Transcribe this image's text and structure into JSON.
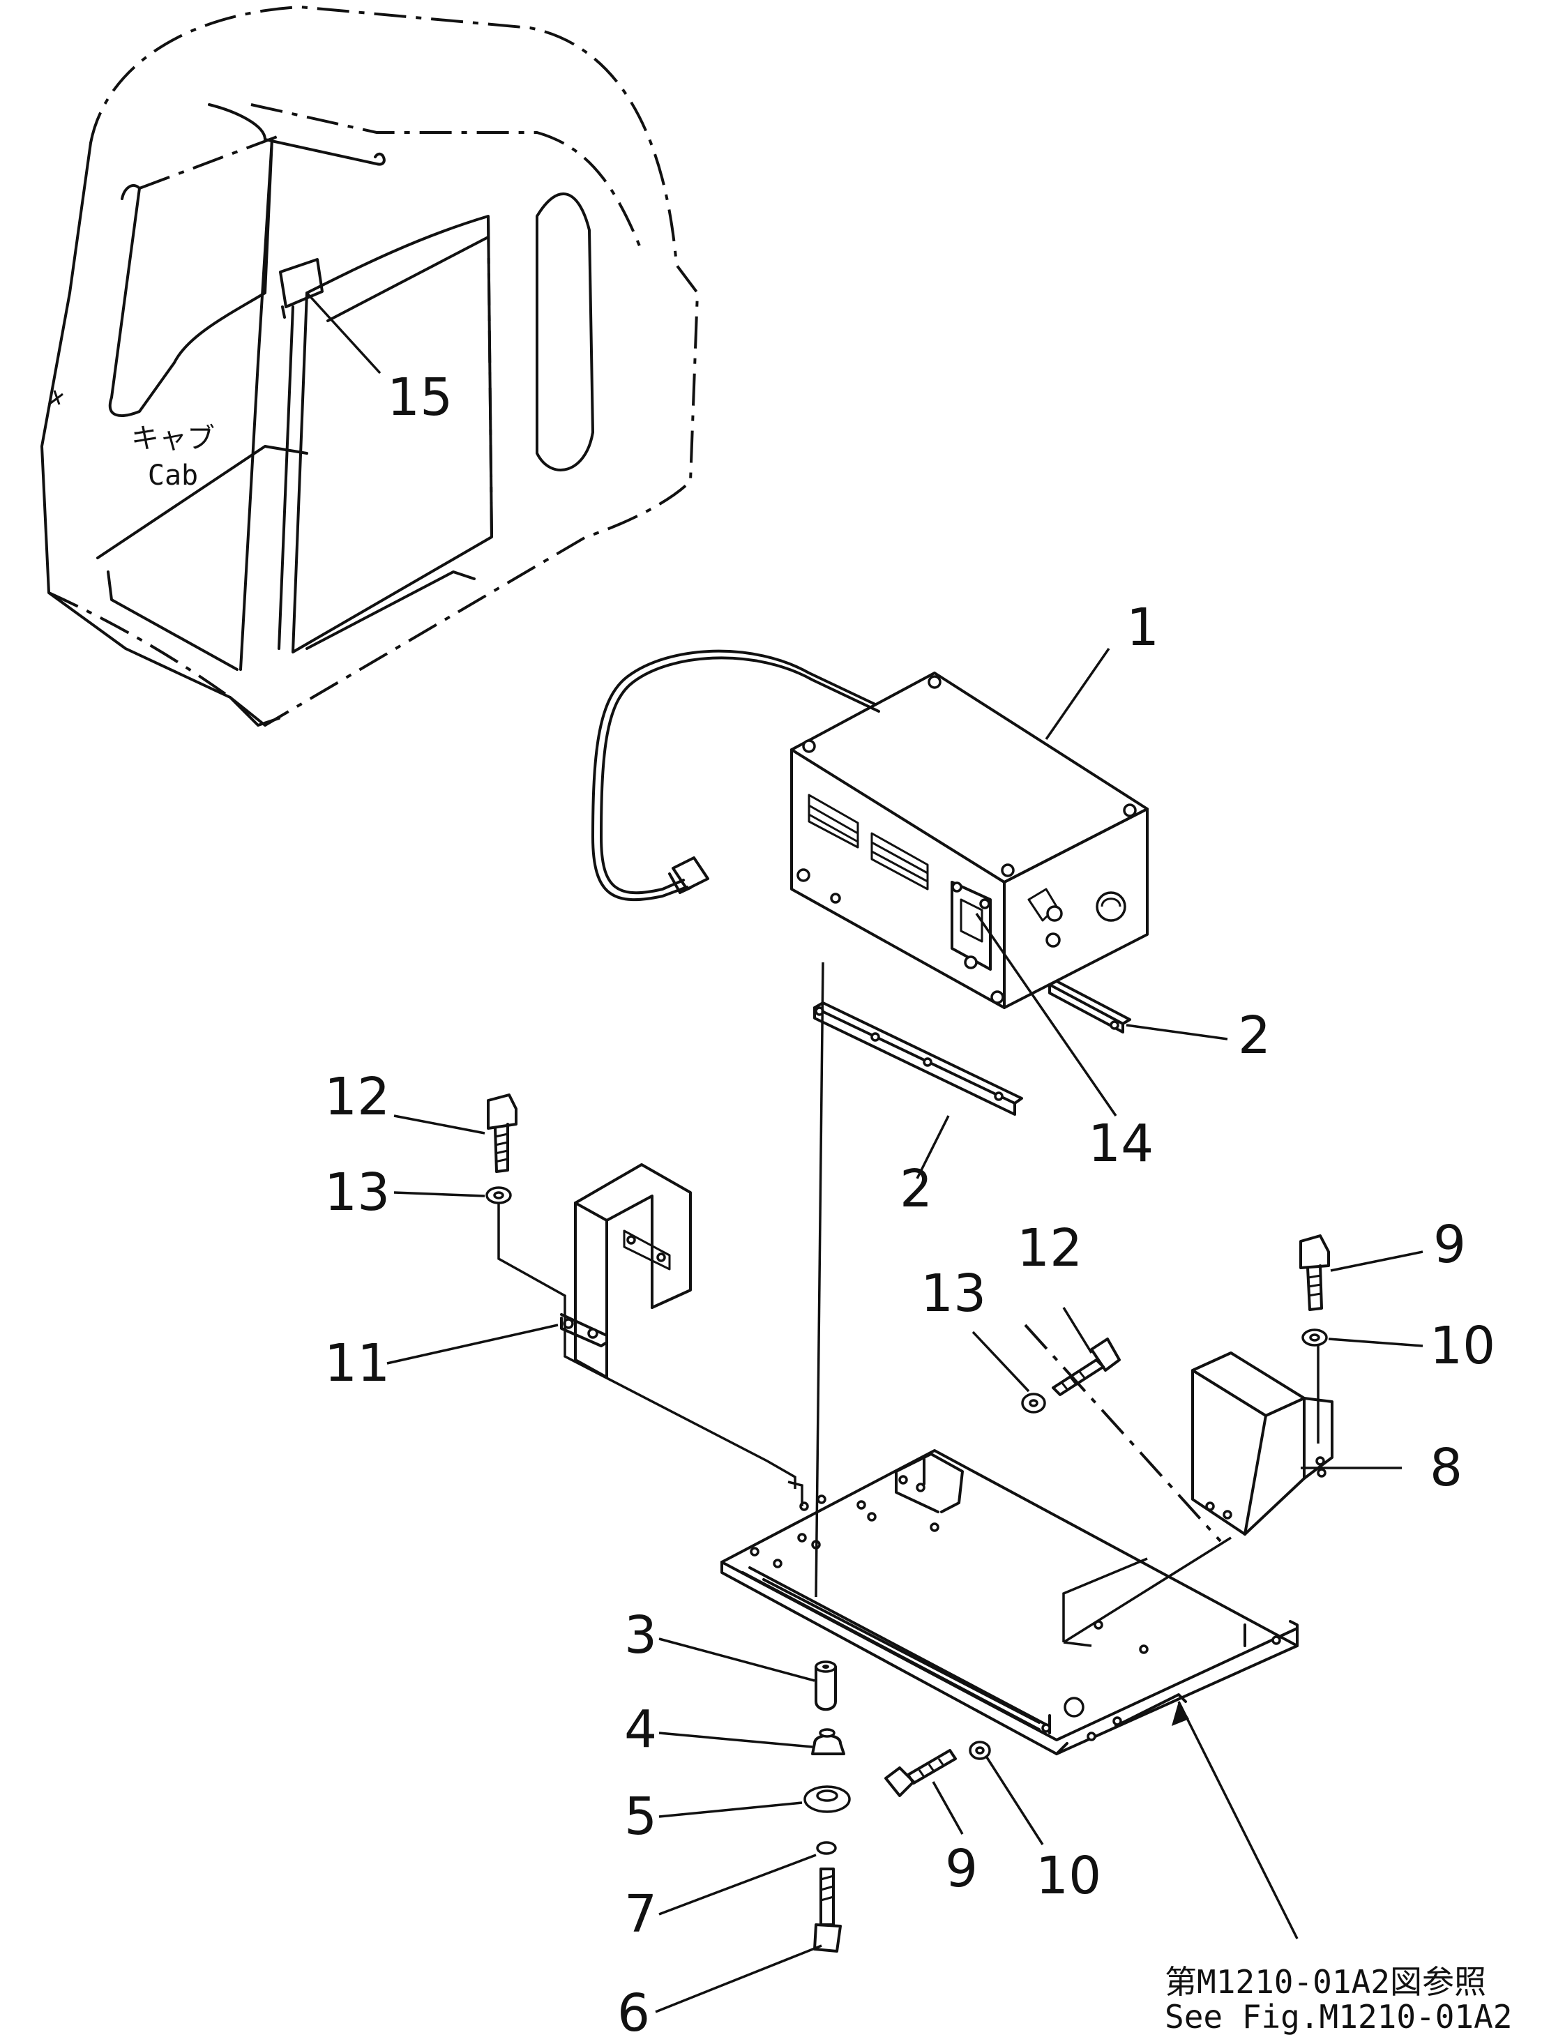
{
  "cab_label": {
    "jp": "キャブ",
    "en": "Cab"
  },
  "callouts": [
    {
      "id": "1",
      "text": "1"
    },
    {
      "id": "2a",
      "text": "2"
    },
    {
      "id": "2b",
      "text": "2"
    },
    {
      "id": "3",
      "text": "3"
    },
    {
      "id": "4",
      "text": "4"
    },
    {
      "id": "5",
      "text": "5"
    },
    {
      "id": "6",
      "text": "6"
    },
    {
      "id": "7",
      "text": "7"
    },
    {
      "id": "8",
      "text": "8"
    },
    {
      "id": "9a",
      "text": "9"
    },
    {
      "id": "9b",
      "text": "9"
    },
    {
      "id": "10a",
      "text": "10"
    },
    {
      "id": "10b",
      "text": "10"
    },
    {
      "id": "11",
      "text": "11"
    },
    {
      "id": "12a",
      "text": "12"
    },
    {
      "id": "12b",
      "text": "12"
    },
    {
      "id": "13a",
      "text": "13"
    },
    {
      "id": "13b",
      "text": "13"
    },
    {
      "id": "14",
      "text": "14"
    },
    {
      "id": "15",
      "text": "15"
    }
  ],
  "reference_note": {
    "jp": "第M1210-01A2図参照",
    "en": "See Fig.M1210-01A2"
  }
}
